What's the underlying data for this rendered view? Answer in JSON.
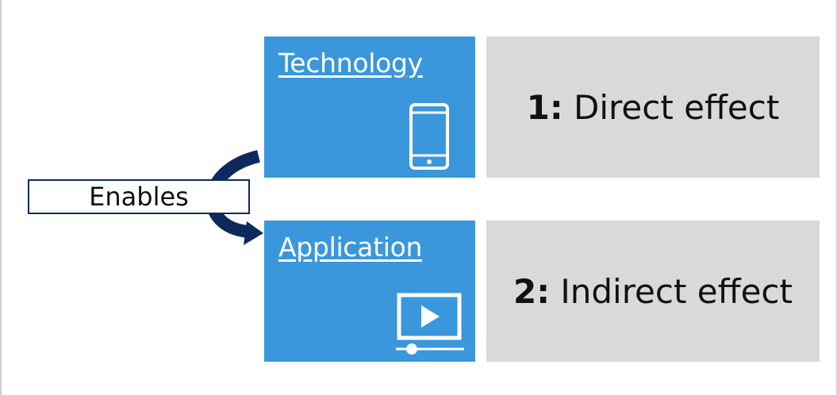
{
  "technology": {
    "label": "Technology",
    "icon": "smartphone-icon"
  },
  "application": {
    "label": "Application",
    "icon": "video-player-icon"
  },
  "effects": [
    {
      "number": "1:",
      "text": " Direct effect"
    },
    {
      "number": "2:",
      "text": " Indirect effect"
    }
  ],
  "connector": {
    "label": "Enables"
  },
  "colors": {
    "blue": "#3a97dc",
    "grey": "#d9d9d9",
    "navy": "#0e2a5c"
  }
}
